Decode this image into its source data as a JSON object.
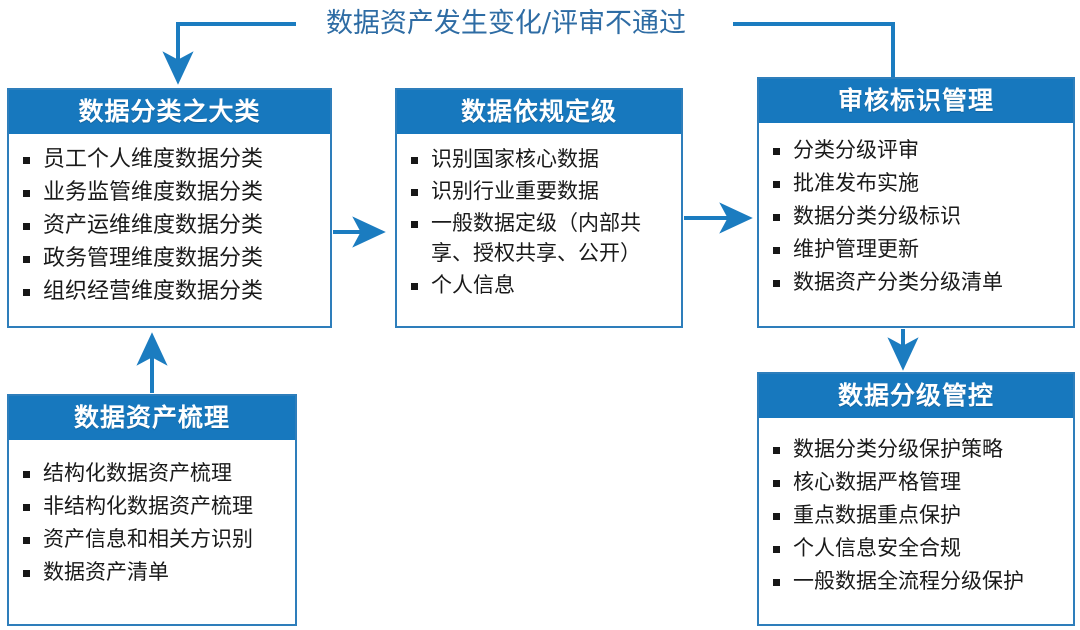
{
  "diagram": {
    "title_label": "数据资产发生变化/评审不通过",
    "accent_color": "#1778BE",
    "border_color": "#2E7EBB",
    "label_color": "#2E6CA4",
    "bullet_marker": "square-bullet",
    "boxes": [
      {
        "id": "classification",
        "header": "数据分类之大类",
        "items": [
          "员工个人维度数据分类",
          "业务监管维度数据分类",
          "资产运维维度数据分类",
          "政务管理维度数据分类",
          "组织经营维度数据分类"
        ]
      },
      {
        "id": "grading",
        "header": "数据依规定级",
        "items": [
          "识别国家核心数据",
          "识别行业重要数据",
          "一般数据定级（内部共享、授权共享、公开）",
          "个人信息"
        ]
      },
      {
        "id": "audit",
        "header": "审核标识管理",
        "items": [
          "分类分级评审",
          "批准发布实施",
          "数据分类分级标识",
          "维护管理更新",
          "数据资产分类分级清单"
        ]
      },
      {
        "id": "inventory",
        "header": "数据资产梳理",
        "items": [
          "结构化数据资产梳理",
          "非结构化数据资产梳理",
          "资产信息和相关方识别",
          "数据资产清单"
        ]
      },
      {
        "id": "control",
        "header": "数据分级管控",
        "items": [
          "数据分类分级保护策略",
          "核心数据严格管理",
          "重点数据重点保护",
          "个人信息安全合规",
          "一般数据全流程分级保护"
        ]
      }
    ],
    "connectors": [
      {
        "name": "feedback-loop-audit-to-classification",
        "from": "audit",
        "to": "classification"
      },
      {
        "name": "arrow-classification-to-grading",
        "from": "classification",
        "to": "grading"
      },
      {
        "name": "arrow-grading-to-audit",
        "from": "grading",
        "to": "audit"
      },
      {
        "name": "arrow-inventory-to-classification",
        "from": "inventory",
        "to": "classification"
      },
      {
        "name": "arrow-audit-to-control",
        "from": "audit",
        "to": "control"
      }
    ]
  }
}
